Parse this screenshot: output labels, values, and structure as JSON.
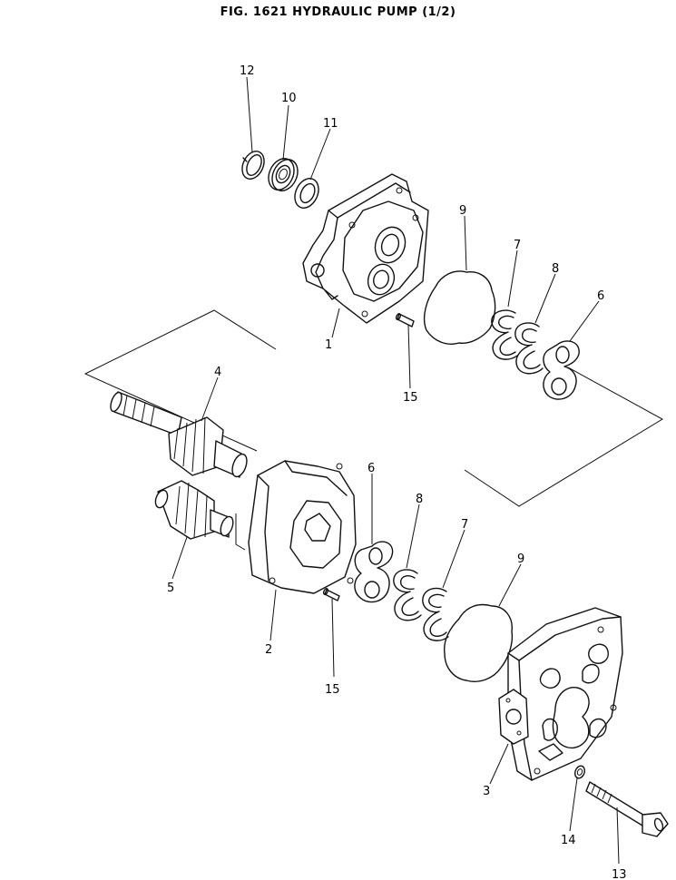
{
  "figure": {
    "title": "FIG. 1621   HYDRAULIC PUMP (1/2)"
  },
  "callouts": [
    {
      "id": "c12",
      "label": "12"
    },
    {
      "id": "c10",
      "label": "10"
    },
    {
      "id": "c11",
      "label": "11"
    },
    {
      "id": "c9a",
      "label": "9"
    },
    {
      "id": "c7a",
      "label": "7"
    },
    {
      "id": "c8a",
      "label": "8"
    },
    {
      "id": "c6a",
      "label": "6"
    },
    {
      "id": "c1",
      "label": "1"
    },
    {
      "id": "c15a",
      "label": "15"
    },
    {
      "id": "c4",
      "label": "4"
    },
    {
      "id": "c6b",
      "label": "6"
    },
    {
      "id": "c8b",
      "label": "8"
    },
    {
      "id": "c7b",
      "label": "7"
    },
    {
      "id": "c9b",
      "label": "9"
    },
    {
      "id": "c5",
      "label": "5"
    },
    {
      "id": "c2",
      "label": "2"
    },
    {
      "id": "c15b",
      "label": "15"
    },
    {
      "id": "c3",
      "label": "3"
    },
    {
      "id": "c14",
      "label": "14"
    },
    {
      "id": "c13",
      "label": "13"
    }
  ]
}
